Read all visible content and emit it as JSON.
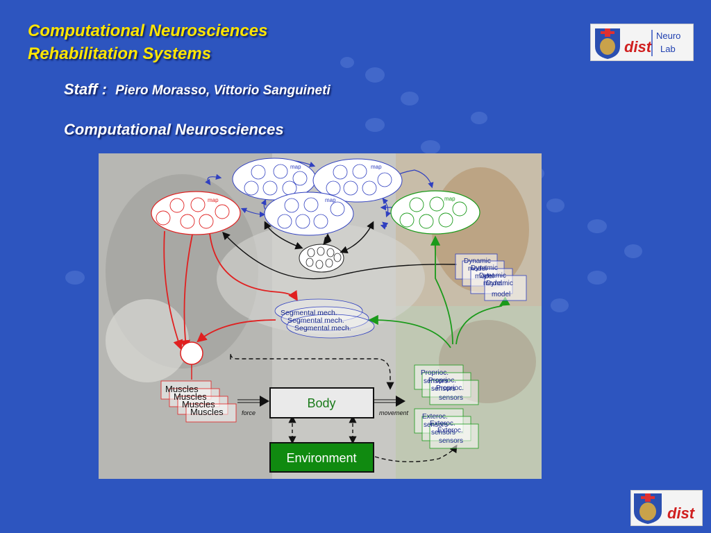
{
  "header": {
    "title_line1": "Computational Neurosciences",
    "title_line2": "Rehabilitation Systems"
  },
  "staff": {
    "label": "Staff :",
    "names": "Piero Morasso, Vittorio Sanguineti"
  },
  "section": {
    "heading": "Computational Neurosciences"
  },
  "logos": {
    "top": {
      "dist": "dist",
      "neuro": "Neuro",
      "lab": "Lab"
    },
    "bottom": {
      "dist": "dist"
    }
  },
  "diagram": {
    "map_label": "map",
    "dynamic_model_line1": "Dynamic",
    "dynamic_model_line2": "model",
    "segmental_mech": "Segmental mech.",
    "muscles": "Muscles",
    "body": "Body",
    "environment": "Environment",
    "force": "force",
    "movement": "movement",
    "proprio_line1": "Proprioc.",
    "exteroc_line1": "Exteroc.",
    "sensors_line2": "sensors"
  },
  "colors": {
    "background": "#2d55bf",
    "title": "#ffe600",
    "red": "#e02020",
    "green": "#1a9a1a",
    "blue_arrows": "#3040c0",
    "environment_box": "#108a10"
  }
}
